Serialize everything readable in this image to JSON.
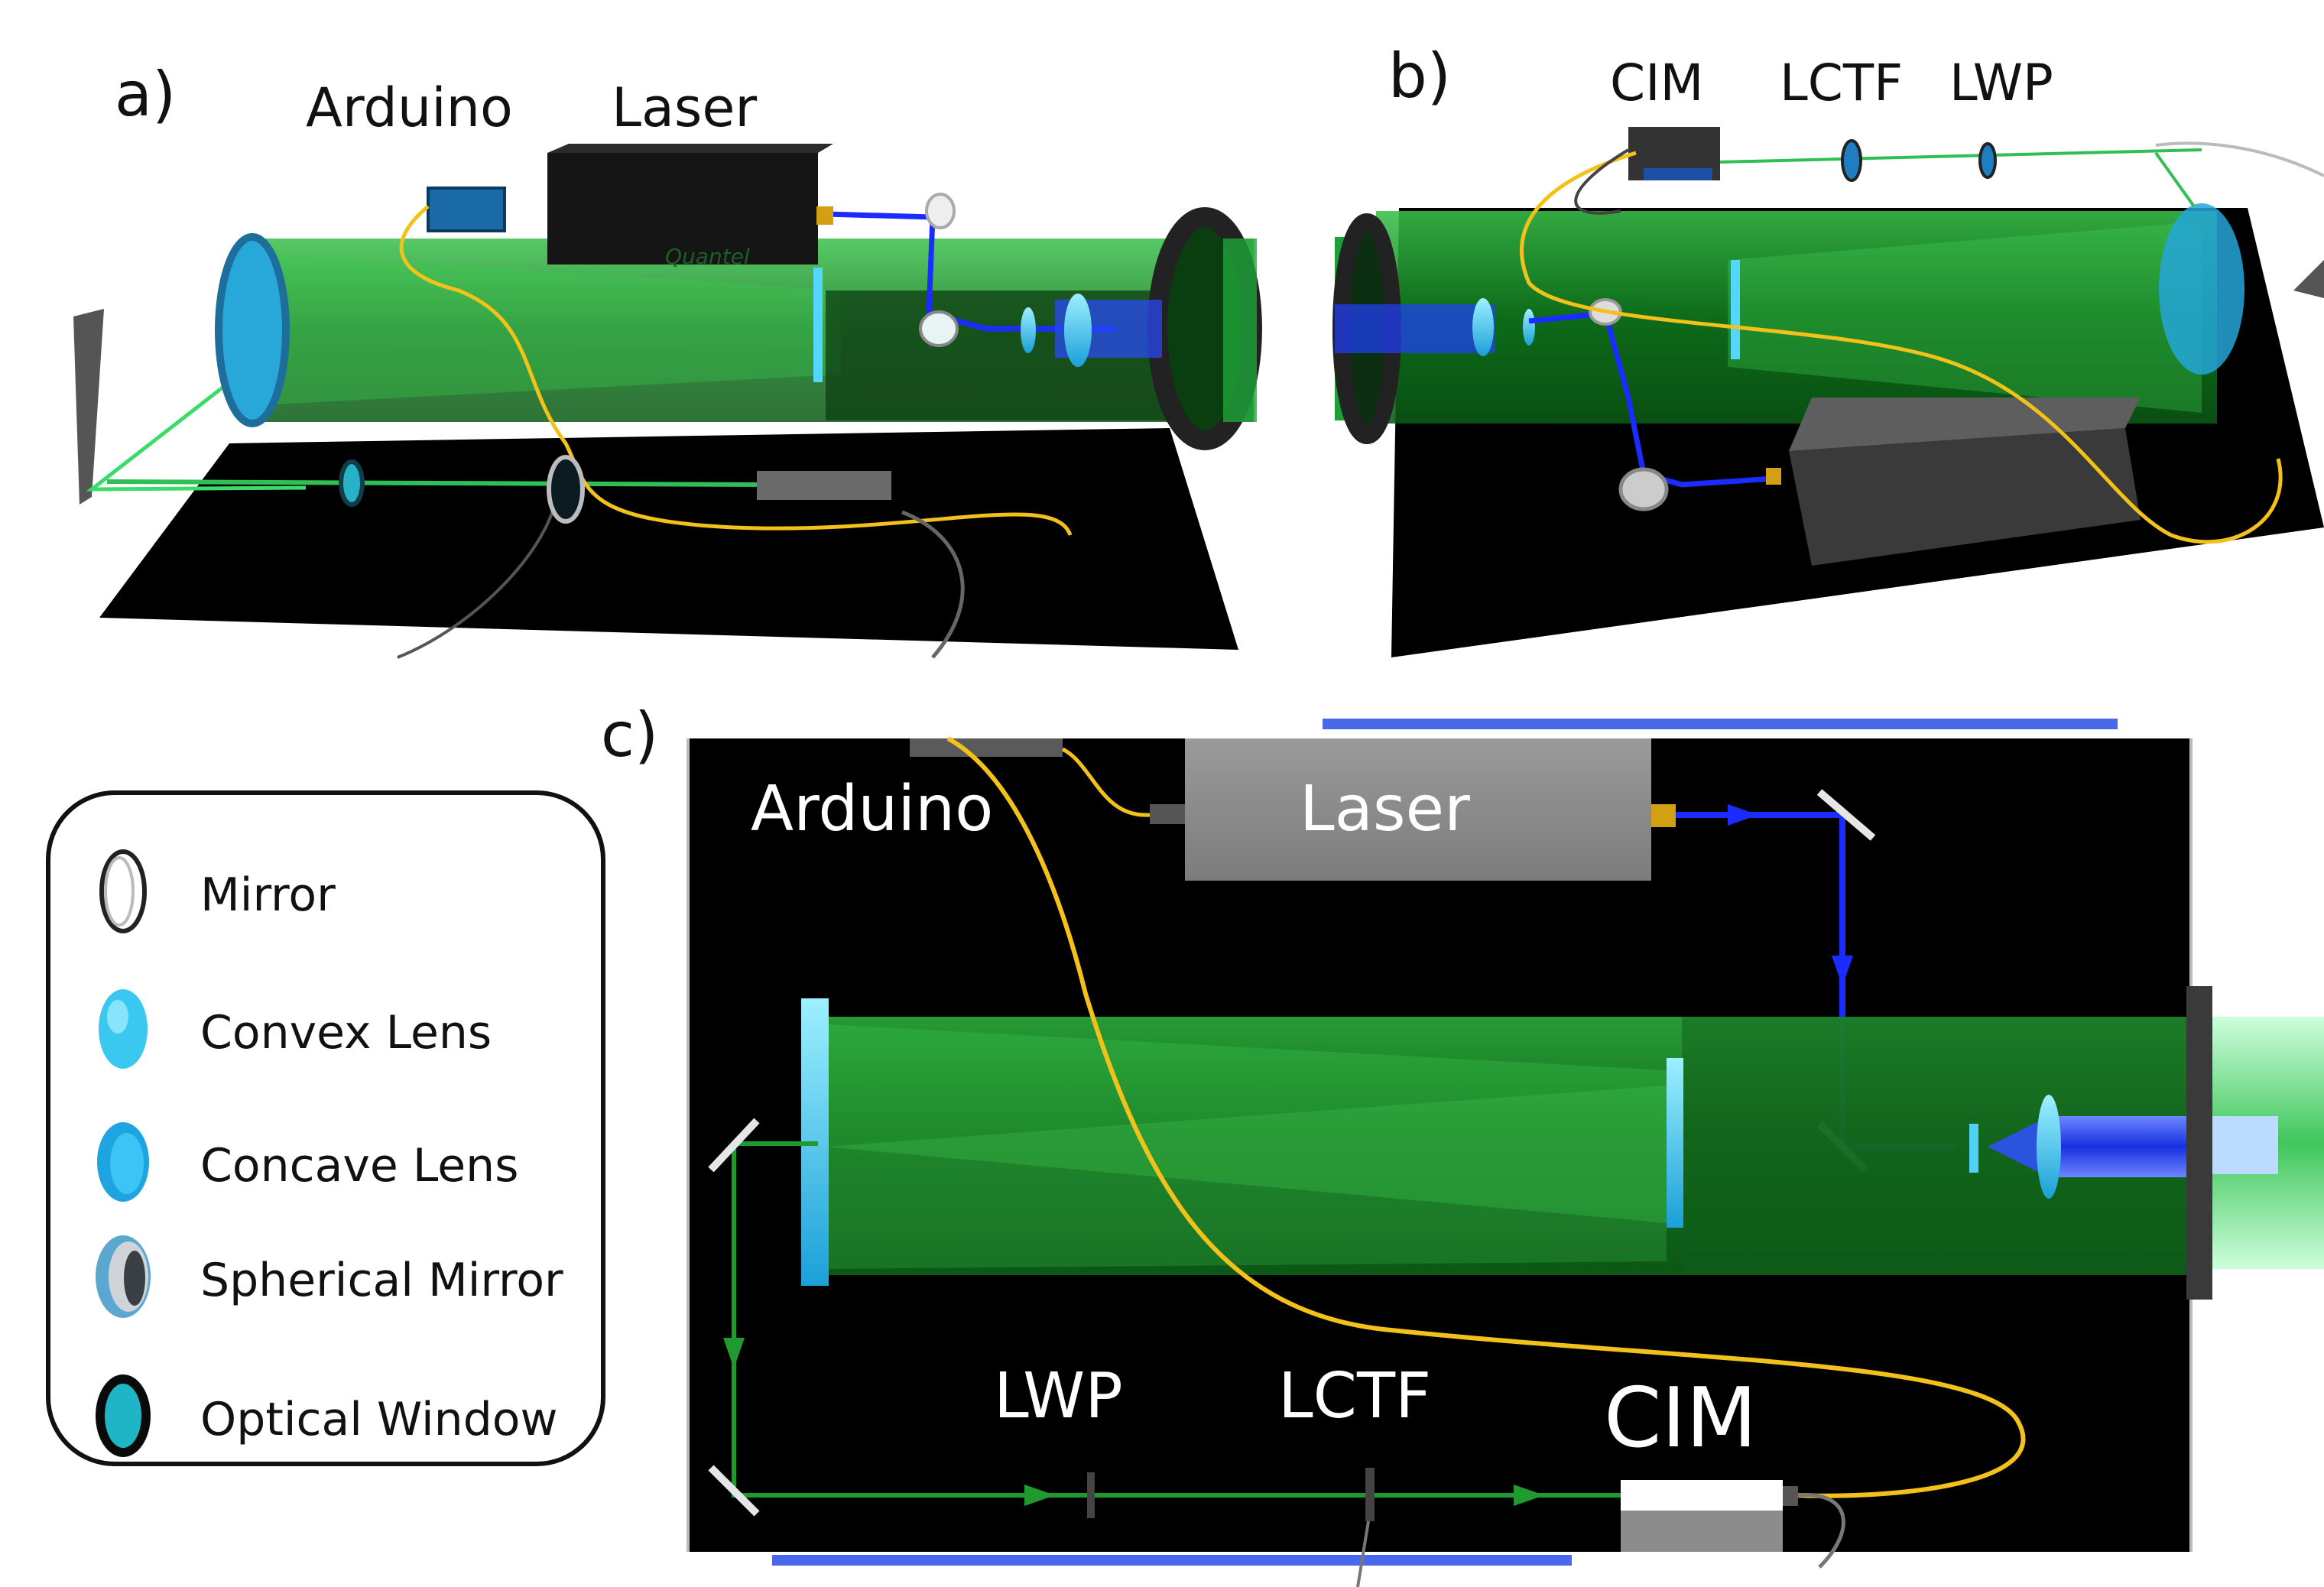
{
  "panels": {
    "a": {
      "letter": "a)",
      "labels": {
        "arduino": "Arduino",
        "laser": "Laser",
        "brand": "Quantel"
      }
    },
    "b": {
      "letter": "b)",
      "labels": {
        "cim": "CIM",
        "lctf": "LCTF",
        "lwp": "LWP"
      }
    },
    "c": {
      "letter": "c)",
      "labels": {
        "arduino": "Arduino",
        "laser": "Laser",
        "lwp": "LWP",
        "lctf": "LCTF",
        "cim": "CIM"
      }
    }
  },
  "legend": {
    "items": [
      {
        "label": "Mirror",
        "icon": "mirror-icon"
      },
      {
        "label": "Convex Lens",
        "icon": "convex-lens-icon"
      },
      {
        "label": "Concave Lens",
        "icon": "concave-lens-icon"
      },
      {
        "label": "Spherical Mirror",
        "icon": "spherical-mirror-icon"
      },
      {
        "label": "Optical Window",
        "icon": "optical-window-icon"
      }
    ]
  },
  "colors": {
    "tube_green": "#1f9a2f",
    "beam_blue": "#1a2cff",
    "beam_green": "#2fd160",
    "fiber_yellow": "#f2c21a",
    "lens_cyan": "#3ac8f0",
    "table_black": "#000000",
    "laser_gray": "#8a8a8a"
  }
}
